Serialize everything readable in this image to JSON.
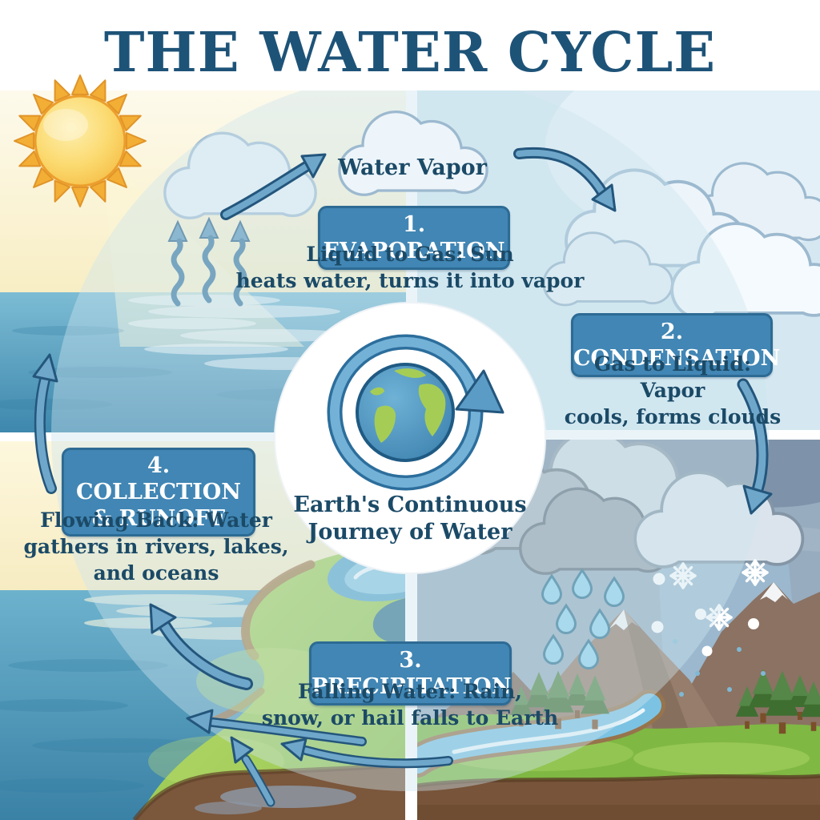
{
  "title": "THE WATER CYCLE",
  "labels": {
    "water_vapor": "Water Vapor"
  },
  "center": {
    "caption_lines": [
      "Earth's Continuous",
      "Journey of Water"
    ]
  },
  "steps": [
    {
      "id": "evaporation",
      "badge_lines": [
        "1. EVAPORATION"
      ],
      "desc_lines": [
        "Liquid to Gas: Sun",
        "heats water, turns it into vapor"
      ]
    },
    {
      "id": "condensation",
      "badge_lines": [
        "2. CONDENSATION"
      ],
      "desc_lines": [
        "Gas to Liquid: Vapor",
        "cools, forms clouds"
      ]
    },
    {
      "id": "precipitation",
      "badge_lines": [
        "3. PRECIPITATION"
      ],
      "desc_lines": [
        "Falling Water: Rain,",
        "snow, or hail falls to Earth"
      ]
    },
    {
      "id": "collection_runoff",
      "badge_lines": [
        "4. COLLECTION",
        "& RUNOFF"
      ],
      "desc_lines": [
        "Flowing Back: Water",
        "gathers in rivers, lakes,",
        "and oceans"
      ]
    }
  ],
  "colors": {
    "title_text": "#1e5378",
    "body_text": "#1b4a67",
    "badge_bg": "#4186b4",
    "badge_border": "#2d6b94",
    "badge_text": "#ffffff",
    "arrow_blue": "#6fa7cb",
    "arrow_outline": "#24567c",
    "sun_yellow": "#f6c34a",
    "ocean_blue": "#4a92b8",
    "sky_yellow": "#fbf2cf",
    "sky_light_blue": "#d5e8f2",
    "storm_sky_gray": "#97acbf",
    "grass_green": "#8fc24c",
    "soil_brown": "#7b573c"
  }
}
